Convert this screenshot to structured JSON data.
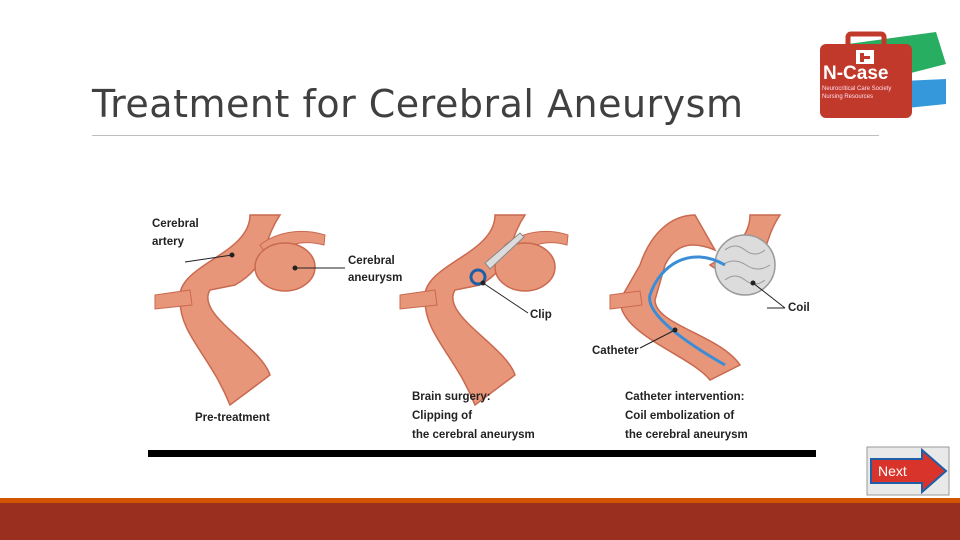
{
  "slide": {
    "title": "Treatment for Cerebral Aneurysm"
  },
  "logo": {
    "name": "N-Case",
    "tagline_line1": "Neurocritical Care Society",
    "tagline_line2": "Nursing Resources"
  },
  "diagram": {
    "panel1": {
      "label_artery_line1": "Cerebral",
      "label_artery_line2": "artery",
      "label_aneurysm_line1": "Cerebral",
      "label_aneurysm_line2": "aneurysm",
      "caption": "Pre-treatment"
    },
    "panel2": {
      "label_clip": "Clip",
      "caption_line1": "Brain surgery:",
      "caption_line2": "Clipping of",
      "caption_line3": "the cerebral aneurysm"
    },
    "panel3": {
      "label_coil": "Coil",
      "label_catheter": "Catheter",
      "caption_line1": "Catheter intervention:",
      "caption_line2": "Coil embolization of",
      "caption_line3": "the cerebral aneurysm"
    }
  },
  "navigation": {
    "next_label": "Next"
  },
  "colors": {
    "artery": "#e8967a",
    "artery_dark": "#c9694f",
    "footer": "#9a2f1f",
    "footer_accent": "#d35400",
    "next_button": "#d9342b",
    "logo_case": "#c0392b"
  }
}
